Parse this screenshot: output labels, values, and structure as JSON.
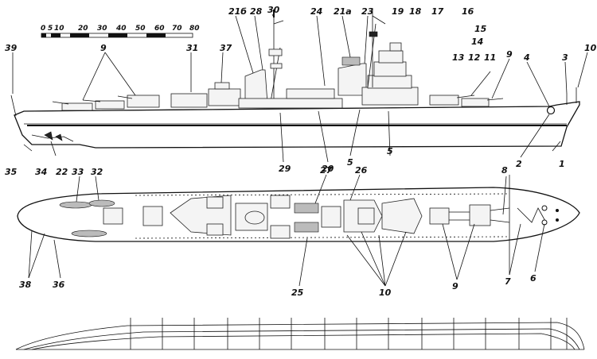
{
  "scale_bar": {
    "ticks": [
      "0",
      "5",
      "10",
      "20",
      "30",
      "40",
      "50",
      "60",
      "70",
      "80"
    ]
  },
  "side_view": {
    "labels": [
      "39",
      "9",
      "21б",
      "28",
      "30",
      "24",
      "21а",
      "23",
      "19",
      "18",
      "17",
      "16",
      "15",
      "14",
      "13",
      "12",
      "11",
      "9",
      "5",
      "4",
      "3",
      "10",
      "31",
      "37",
      "35",
      "34",
      "22",
      "29",
      "20",
      "5",
      "2",
      "1"
    ]
  },
  "plan_view": {
    "labels": [
      "33",
      "32",
      "27",
      "26",
      "8",
      "38",
      "36",
      "25",
      "10",
      "9",
      "7",
      "6"
    ]
  }
}
